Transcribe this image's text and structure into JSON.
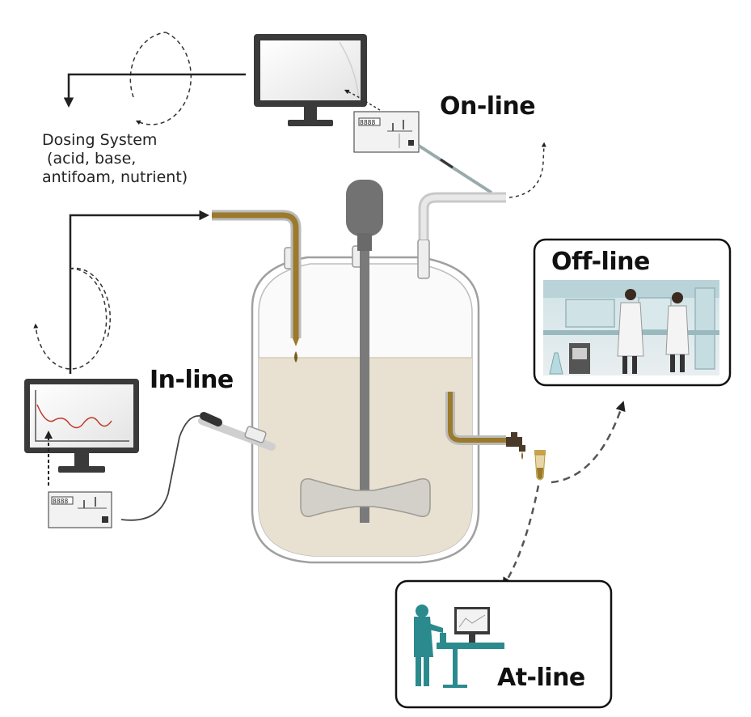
{
  "labels": {
    "online": "On-line",
    "offline": "Off-line",
    "inline": "In-line",
    "atline": "At-line"
  },
  "dosing": {
    "line1": "Dosing System",
    "line2": " (acid, base,",
    "line3": "antifoam, nutrient)"
  },
  "controller": {
    "display_top": "8888",
    "display_left": "8888"
  },
  "colors": {
    "vessel_outline": "#9a9a9a",
    "broth": "#e8e0d0",
    "tube_brown": "#9b7a2c",
    "shaft_gray": "#777777",
    "teal": "#2b8a8e",
    "arrow": "#222222",
    "wave": "#c0392b"
  }
}
